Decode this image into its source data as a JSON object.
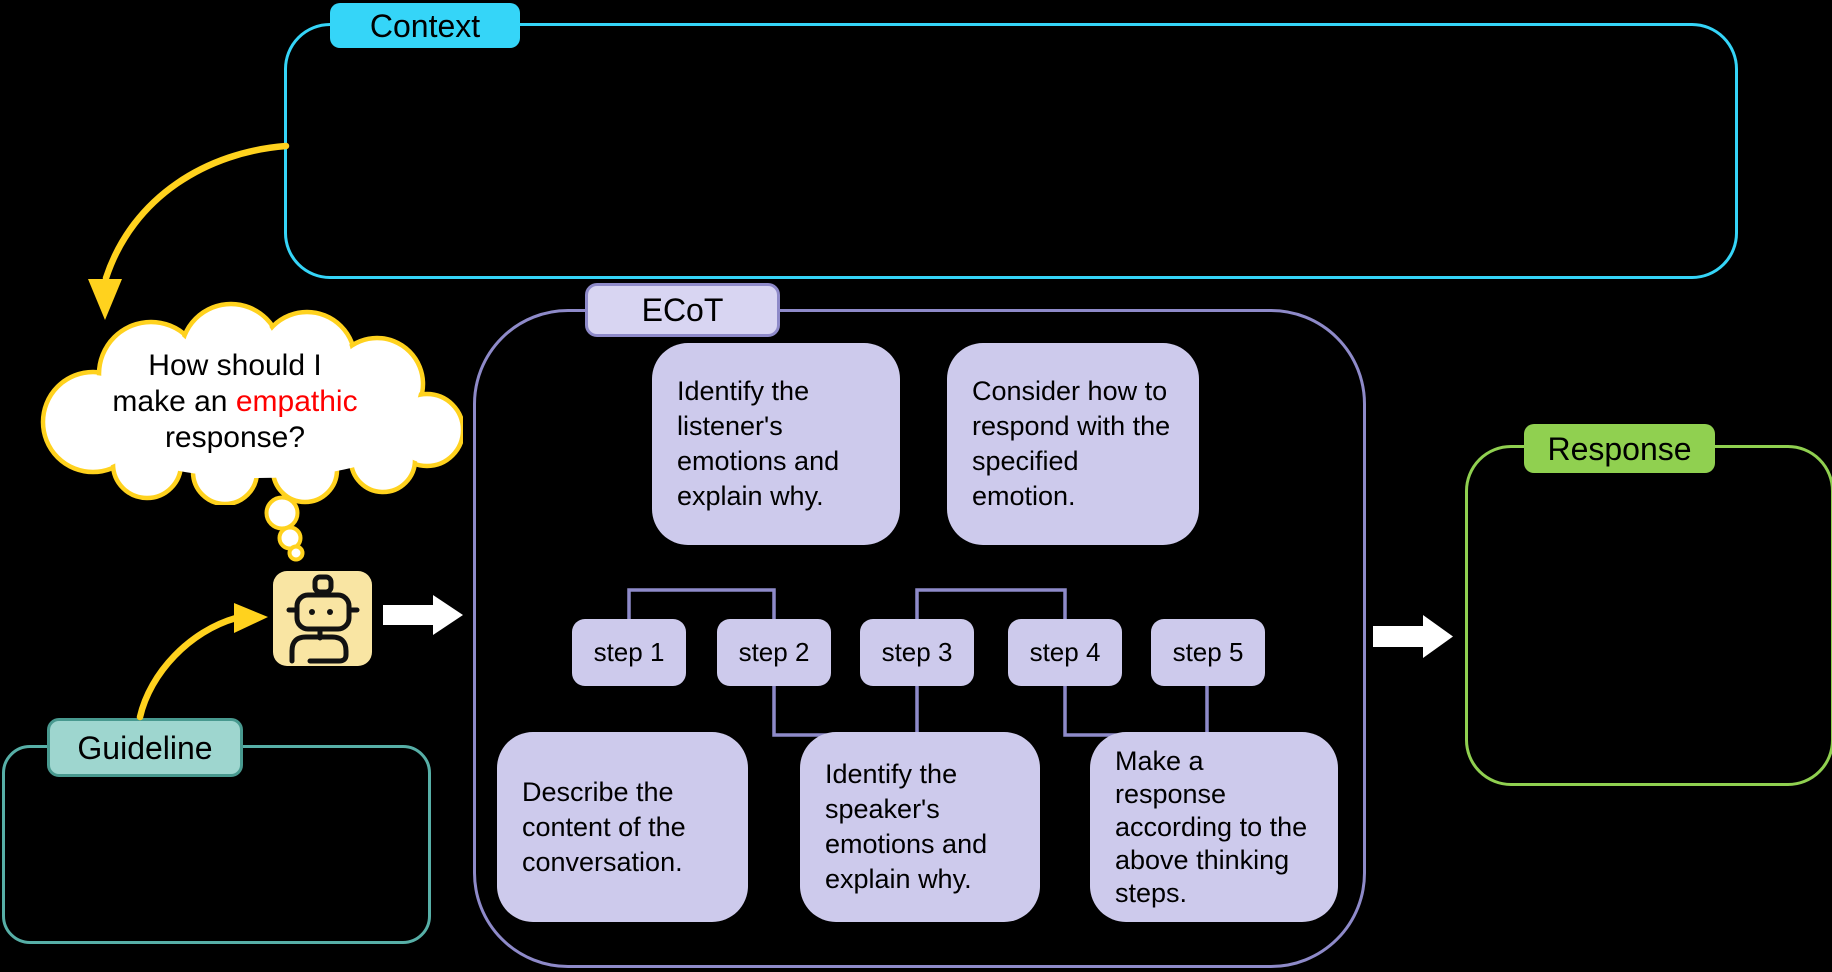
{
  "figure": {
    "background": "#000000",
    "description_domain": "flow diagram"
  },
  "colors": {
    "context_accent": "#35D5F8",
    "guideline_fill": "#9ED6CF",
    "guideline_border": "#48998F",
    "ecot_accent": "#8E8AC9",
    "ecot_badge_fill": "#D8D5F2",
    "ecot_box_fill": "#CDCAEC",
    "response_accent": "#90D050",
    "cloud_stroke": "#FFD21E",
    "highlight_red": "#FF0000",
    "robot_bg": "#F9E5A3",
    "white_arrow": "#FFFFFF"
  },
  "panels": {
    "context": {
      "label": "Context"
    },
    "guideline": {
      "label": "Guideline"
    },
    "ecot": {
      "label": "ECoT"
    },
    "response": {
      "label": "Response"
    }
  },
  "thought_cloud": {
    "line1": "How should I",
    "line2_prefix": "make an",
    "line2_highlight": "empathic",
    "line3": "response?",
    "highlight_color": "#FF0000"
  },
  "ecot": {
    "top_boxes": [
      "Identify the listener's emotions and explain why.",
      "Consider how to respond with the specified emotion."
    ],
    "steps": [
      "step 1",
      "step 2",
      "step 3",
      "step 4",
      "step 5"
    ],
    "bottom_boxes": [
      "Describe the content of the conversation.",
      "Identify the speaker's emotions and explain why.",
      "Make a response according to the above thinking steps."
    ]
  },
  "icons": {
    "robot": "robot-icon",
    "thought_trail": "thought-trail-icon",
    "arrow_context_to_cloud": "yellow-curved-arrow-icon",
    "arrow_guideline_to_robot": "yellow-curved-arrow-icon",
    "arrow_robot_to_ecot": "white-block-arrow-right-icon",
    "arrow_ecot_to_response": "white-block-arrow-right-icon"
  }
}
